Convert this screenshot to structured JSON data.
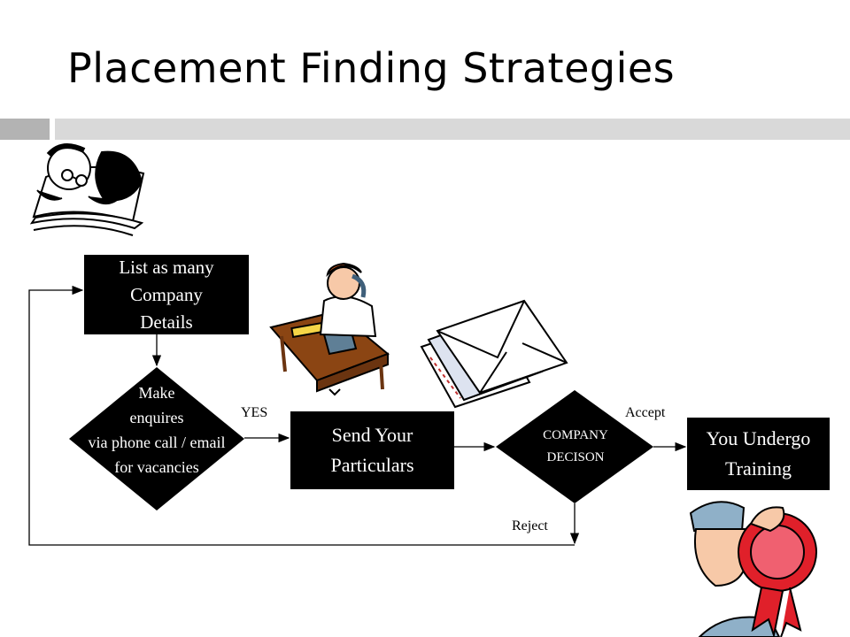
{
  "slide": {
    "title": "Placement Finding Strategies"
  },
  "flow": {
    "list_box": "List as many\nCompany\nDetails",
    "enquire_diamond": "Make\nenquires\nvia phone call / email\nfor vacancies",
    "send_box": "Send Your\nParticulars",
    "decision_diamond": "COMPANY\nDECISON",
    "training_box": "You Undergo\nTraining",
    "label_yes": "YES",
    "label_accept": "Accept",
    "label_reject": "Reject"
  },
  "icons": {
    "reader": "person-reading-book-icon",
    "phone": "person-on-phone-icon",
    "mail": "envelopes-icon",
    "award": "person-with-ribbon-icon"
  }
}
